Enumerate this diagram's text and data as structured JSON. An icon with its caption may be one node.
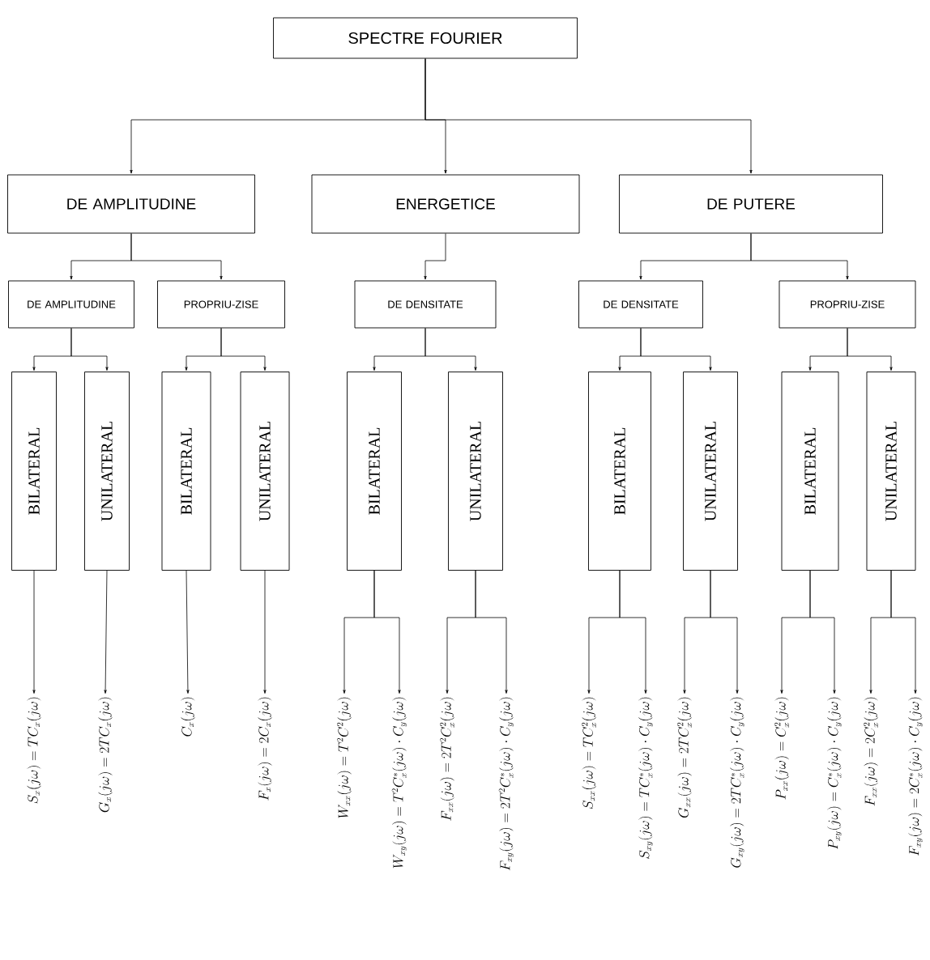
{
  "diagram": {
    "nodes": [
      {
        "text": [
          "SPECTRE FOURIER"
        ]
      },
      {
        "text": [
          "DE AMPLITUDINE"
        ]
      },
      {
        "text": [
          "ENERGETICE"
        ]
      },
      {
        "text": [
          "DE PUTERE"
        ]
      },
      {
        "text": [
          "DE AMPLITUDINE"
        ]
      },
      {
        "text": [
          "PROPRIU-ZISE"
        ]
      },
      {
        "text": [
          "DE DENSITATE"
        ]
      },
      {
        "text": [
          "DE DENSITATE"
        ]
      },
      {
        "text": [
          "PROPRIU-ZISE"
        ]
      },
      {
        "text": [
          "BILATERAL"
        ]
      },
      {
        "text": [
          "UNILATERAL"
        ]
      },
      {
        "text": [
          "BILATERAL"
        ]
      },
      {
        "text": [
          "UNILATERAL"
        ]
      },
      {
        "text": [
          "BILATERAL"
        ]
      },
      {
        "text": [
          "UNILATERAL"
        ]
      },
      {
        "text": [
          "BILATERAL"
        ]
      },
      {
        "text": [
          "UNILATERAL"
        ]
      },
      {
        "text": [
          "BILATERAL"
        ]
      },
      {
        "text": [
          "UNILATERAL"
        ]
      },
      {
        "text": [
          "S_{x}(j\\omega) = T C_{x}(j\\omega)"
        ]
      },
      {
        "text": [
          "G_{x}(j\\omega) = 2T C_{x}(j\\omega)"
        ]
      },
      {
        "text": [
          "C_{x}(j\\omega)"
        ]
      },
      {
        "text": [
          "F_{x}(j\\omega) = 2C_{x}(j\\omega)"
        ]
      },
      {
        "text": [
          "W_{xx}(j\\omega) = T^{2}C^{2}(j\\omega)"
        ]
      },
      {
        "text": [
          "W_{xy}(j\\omega) = T^{2}C_{x}^{*}(j\\omega)\\cdot C_{y}(j\\omega)"
        ]
      },
      {
        "text": [
          "F_{xx}(j\\omega) = 2T^{2}C_{x}^{2}(j\\omega)"
        ]
      },
      {
        "text": [
          "F_{xy}(j\\omega) = 2T^{2}C_{x}^{*}(j\\omega)\\cdot C_{y}(j\\omega)"
        ]
      },
      {
        "text": [
          "S_{xx}(j\\omega) = T C_{x}^{2}(j\\omega)"
        ]
      },
      {
        "text": [
          "S_{xy}(j\\omega) = T C_{x}^{*}(j\\omega)\\cdot C_{y}(j\\omega)"
        ]
      },
      {
        "text": [
          "G_{xx}(j\\omega) = 2T C_{x}^{2}(j\\omega)"
        ]
      },
      {
        "text": [
          "G_{xy}(j\\omega) = 2T C_{x}^{*}(j\\omega)\\cdot C_{y}(j\\omega)"
        ]
      },
      {
        "text": [
          "P_{xx}(j\\omega) = C_{x}^{2}(j\\omega)"
        ]
      },
      {
        "text": [
          "P_{xy}(j\\omega) = C_{x}^{*}(j\\omega)\\cdot C_{y}(j\\omega)"
        ]
      },
      {
        "text": [
          "F_{xx}(j\\omega) = 2C_{x}^{2}(j\\omega)"
        ]
      },
      {
        "text": [
          "F_{xy}(j\\omega) = 2C_{x}^{*}(j\\omega)\\cdot C_{y}(j\\omega)"
        ]
      }
    ],
    "edges": [
      {
        "from": 0,
        "to": 1,
        "arrow": "to"
      },
      {
        "from": 0,
        "to": 2,
        "arrow": "to"
      },
      {
        "from": 0,
        "to": 3,
        "arrow": "to"
      },
      {
        "from": 1,
        "to": 4,
        "arrow": "to"
      },
      {
        "from": 1,
        "to": 5,
        "arrow": "to"
      },
      {
        "from": 2,
        "to": 6,
        "arrow": "to"
      },
      {
        "from": 3,
        "to": 7,
        "arrow": "to"
      },
      {
        "from": 3,
        "to": 8,
        "arrow": "to"
      },
      {
        "from": 4,
        "to": 9,
        "arrow": "to"
      },
      {
        "from": 4,
        "to": 10,
        "arrow": "to"
      },
      {
        "from": 5,
        "to": 11,
        "arrow": "to"
      },
      {
        "from": 5,
        "to": 12,
        "arrow": "to"
      },
      {
        "from": 6,
        "to": 13,
        "arrow": "to"
      },
      {
        "from": 6,
        "to": 14,
        "arrow": "to"
      },
      {
        "from": 7,
        "to": 15,
        "arrow": "to"
      },
      {
        "from": 7,
        "to": 16,
        "arrow": "to"
      },
      {
        "from": 8,
        "to": 17,
        "arrow": "to"
      },
      {
        "from": 8,
        "to": 18,
        "arrow": "to"
      },
      {
        "from": 9,
        "to": 19,
        "arrow": "to"
      },
      {
        "from": 10,
        "to": 20,
        "arrow": "to"
      },
      {
        "from": 11,
        "to": 21,
        "arrow": "to"
      },
      {
        "from": 12,
        "to": 22,
        "arrow": "to"
      },
      {
        "from": 13,
        "to": 23,
        "arrow": "to"
      },
      {
        "from": 13,
        "to": 24,
        "arrow": "to"
      },
      {
        "from": 14,
        "to": 25,
        "arrow": "to"
      },
      {
        "from": 14,
        "to": 26,
        "arrow": "to"
      },
      {
        "from": 15,
        "to": 27,
        "arrow": "to"
      },
      {
        "from": 15,
        "to": 28,
        "arrow": "to"
      },
      {
        "from": 16,
        "to": 29,
        "arrow": "to"
      },
      {
        "from": 16,
        "to": 30,
        "arrow": "to"
      },
      {
        "from": 17,
        "to": 31,
        "arrow": "to"
      },
      {
        "from": 17,
        "to": 32,
        "arrow": "to"
      },
      {
        "from": 18,
        "to": 33,
        "arrow": "to"
      },
      {
        "from": 18,
        "to": 34,
        "arrow": "to"
      }
    ]
  }
}
